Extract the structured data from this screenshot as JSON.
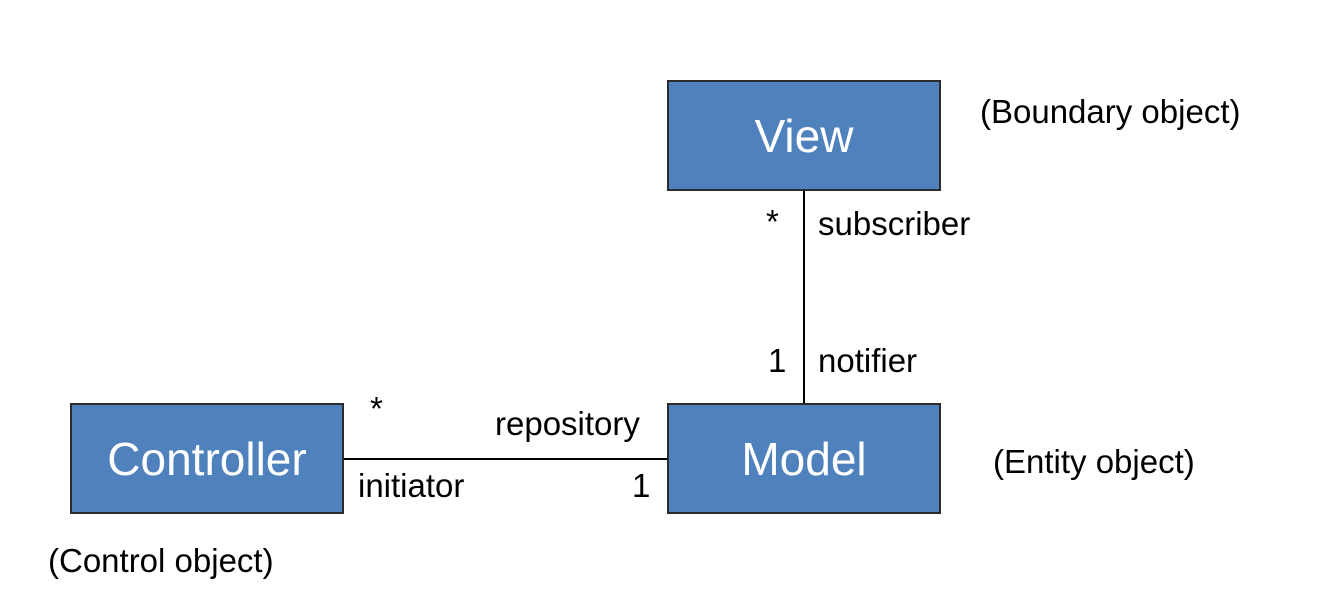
{
  "classes": {
    "view": "View",
    "model": "Model",
    "controller": "Controller"
  },
  "stereotypes": {
    "view": "(Boundary object)",
    "model": "(Entity object)",
    "controller": "(Control object)"
  },
  "associations": {
    "view_model": {
      "view_multiplicity": "*",
      "view_role": "subscriber",
      "model_multiplicity": "1",
      "model_role": "notifier"
    },
    "controller_model": {
      "controller_multiplicity": "*",
      "controller_role": "initiator",
      "model_multiplicity": "1",
      "model_role": "repository"
    }
  },
  "colors": {
    "class_fill": "#4f81bd",
    "class_text": "#ffffff",
    "line": "#000000"
  }
}
